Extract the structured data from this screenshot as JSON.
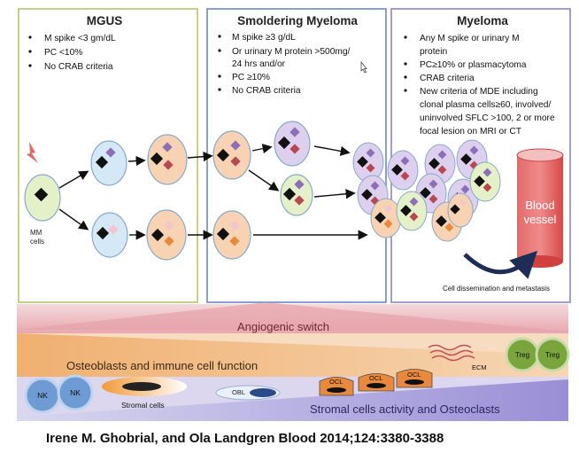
{
  "stages": {
    "mgus": {
      "title": "MGUS",
      "bullets": [
        "M spike <3 gm/dL",
        "PC <10%",
        "No CRAB criteria"
      ],
      "border_color": "#b6c46d"
    },
    "smoldering": {
      "title": "Smoldering Myeloma",
      "bullets": [
        "M spike ≥3 g/dL",
        "Or urinary M protein >500mg/",
        "24 hrs and/or",
        "PC ≥10%",
        "No CRAB criteria"
      ],
      "border_color": "#6d86c4"
    },
    "myeloma": {
      "title": "Myeloma",
      "bullets": [
        "Any M spike or urinary M",
        "protein",
        "PC≥10% or plasmacytoma",
        "CRAB criteria",
        "New criteria of MDE including",
        "clonal plasma cells≥60, involved/",
        "uninvolved SFLC >100, 2 or more",
        "focal lesion on MRI or CT"
      ],
      "border_color": "#8f82c2"
    }
  },
  "labels": {
    "mm_cells_line1": "MM",
    "mm_cells_line2": "cells",
    "blood_vessel_line1": "Blood",
    "blood_vessel_line2": "vessel",
    "dissemination": "Cell dissemination and metastasis"
  },
  "bands": {
    "angiogenic": "Angiogenic switch",
    "osteoblasts": "Osteoblasts and immune cell function",
    "stromal_activity": "Stromal cells activity and Osteoclasts"
  },
  "cells": {
    "nk": "NK",
    "stromal": "Stromal cells",
    "obl": "OBL",
    "ocl": "OCL",
    "ecm": "ECM",
    "treg": "Treg"
  },
  "caption": "Irene M. Ghobrial, and Ola Landgren Blood 2014;124:3380-3388",
  "colors": {
    "cell_green": "#e3f0c8",
    "cell_blue": "#d5e8f6",
    "cell_orange": "#f8d3b3",
    "cell_purple": "#dcd0ee",
    "dot_black": "#111111",
    "dot_purple": "#8e6fb7",
    "dot_red": "#b8484f",
    "dot_pink": "#f3c6cc",
    "dot_orange": "#e8893e",
    "vessel": "#e05050",
    "treg": "#7aa43c",
    "nk": "#6f9bd4",
    "ocl": "#e8893e"
  }
}
